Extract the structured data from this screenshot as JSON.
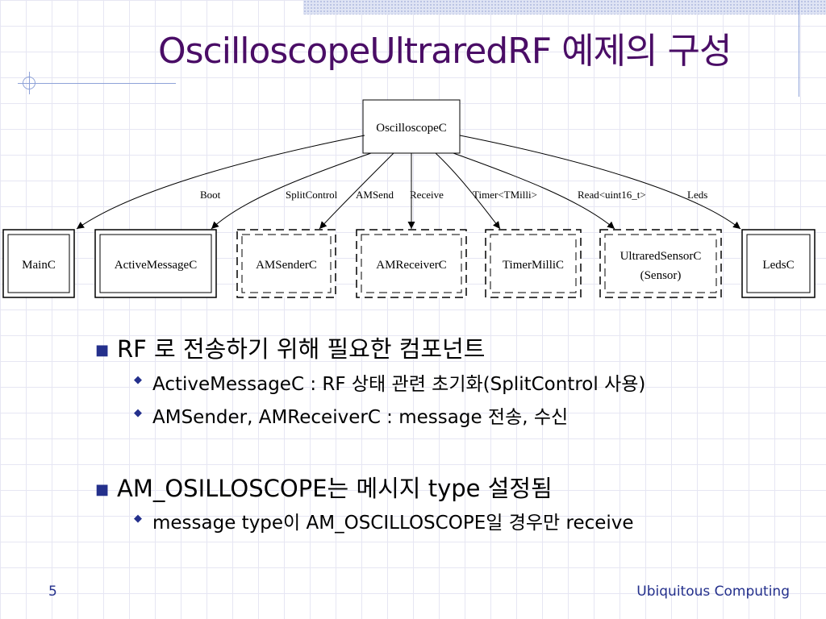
{
  "slide": {
    "title": "OscilloscopeUltraredRF 예제의 구성",
    "page_number": "5",
    "footer": "Ubiquitous Computing",
    "accent_color": "#4a0d66",
    "text_color": "#24308c"
  },
  "diagram": {
    "root": "OscilloscopeC",
    "nodes": {
      "main": "MainC",
      "active_message": "ActiveMessageC",
      "am_sender": "AMSenderC",
      "am_receiver": "AMReceiverC",
      "timer": "TimerMilliC",
      "ultrared_line1": "UltraredSensorC",
      "ultrared_line2": "(Sensor)",
      "leds": "LedsC"
    },
    "edges": {
      "boot": "Boot",
      "split_control": "SplitControl",
      "am_send": "AMSend",
      "receive": "Receive",
      "timer": "Timer<TMilli>",
      "read": "Read<uint16_t>",
      "leds": "Leds"
    }
  },
  "bullets": [
    {
      "text": "RF 로 전송하기 위해 필요한 컴포넌트",
      "sub": [
        "ActiveMessageC : RF 상태 관련 초기화(SplitControl 사용)",
        "AMSender, AMReceiverC : message 전송, 수신"
      ]
    },
    {
      "text": "AM_OSILLOSCOPE는 메시지 type 설정됨",
      "sub": [
        "message type이 AM_OSCILLOSCOPE일 경우만 receive"
      ]
    }
  ]
}
